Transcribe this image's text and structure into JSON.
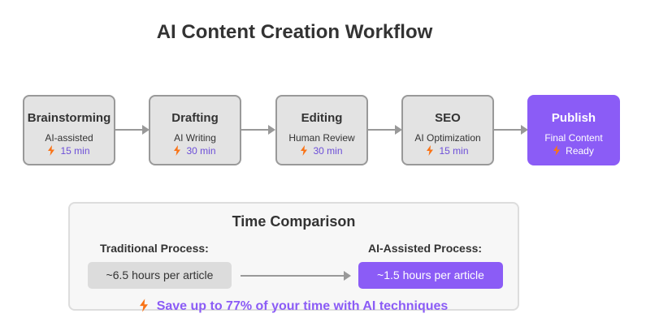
{
  "title": "AI Content Creation Workflow",
  "colors": {
    "accent": "#8b5cf6",
    "step_bg": "#e3e3e3",
    "step_border": "#999999",
    "bolt": "#f97316"
  },
  "steps": [
    {
      "title": "Brainstorming",
      "subtitle": "AI-assisted",
      "time": "15 min",
      "icon": "lightning-bolt-icon"
    },
    {
      "title": "Drafting",
      "subtitle": "AI Writing",
      "time": "30 min",
      "icon": "lightning-bolt-icon"
    },
    {
      "title": "Editing",
      "subtitle": "Human Review",
      "time": "30 min",
      "icon": "lightning-bolt-icon"
    },
    {
      "title": "SEO",
      "subtitle": "AI Optimization",
      "time": "15 min",
      "icon": "lightning-bolt-icon"
    },
    {
      "title": "Publish",
      "subtitle": "Final Content",
      "time": "Ready",
      "icon": "lightning-bolt-icon"
    }
  ],
  "comparison": {
    "title": "Time Comparison",
    "traditional_label": "Traditional Process:",
    "traditional_value": "~6.5 hours per article",
    "ai_label": "AI-Assisted Process:",
    "ai_value": "~1.5 hours per article",
    "savings": "Save up to 77% of your time with AI techniques",
    "savings_icon": "lightning-bolt-icon"
  }
}
